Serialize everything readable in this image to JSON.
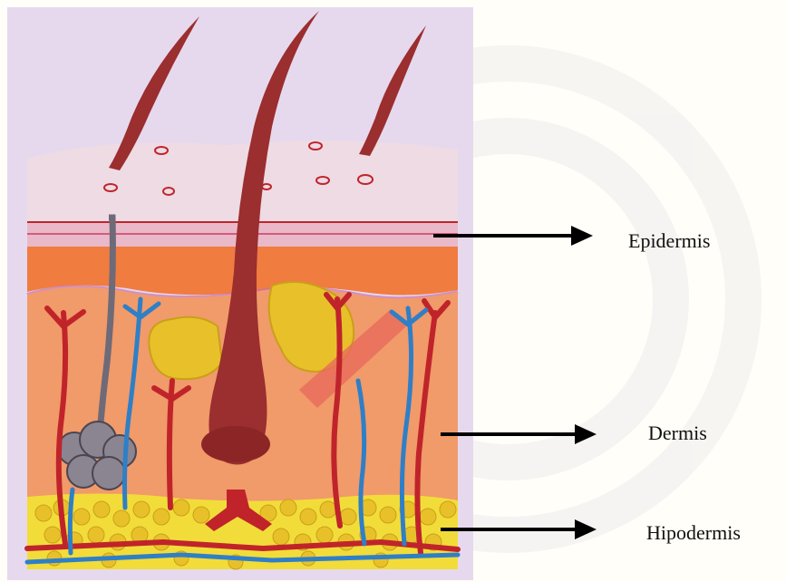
{
  "diagram": {
    "labels": {
      "epidermis": "Epidermis",
      "dermis": "Dermis",
      "hipodermis": "Hipodermis"
    },
    "colors": {
      "background_panel": "#e6d9ee",
      "epidermis_band": "#e9b9c9",
      "dermis_orange": "#f08a55",
      "hair_dark_red": "#9b2e2e",
      "sebaceous_yellow": "#e8c12a",
      "fat_yellow": "#f2dc3a",
      "vessel_blue": "#2f7fc7",
      "vessel_red": "#c0242a",
      "sweat_gland_grey": "#8a8590",
      "arrow_black": "#000000"
    }
  }
}
